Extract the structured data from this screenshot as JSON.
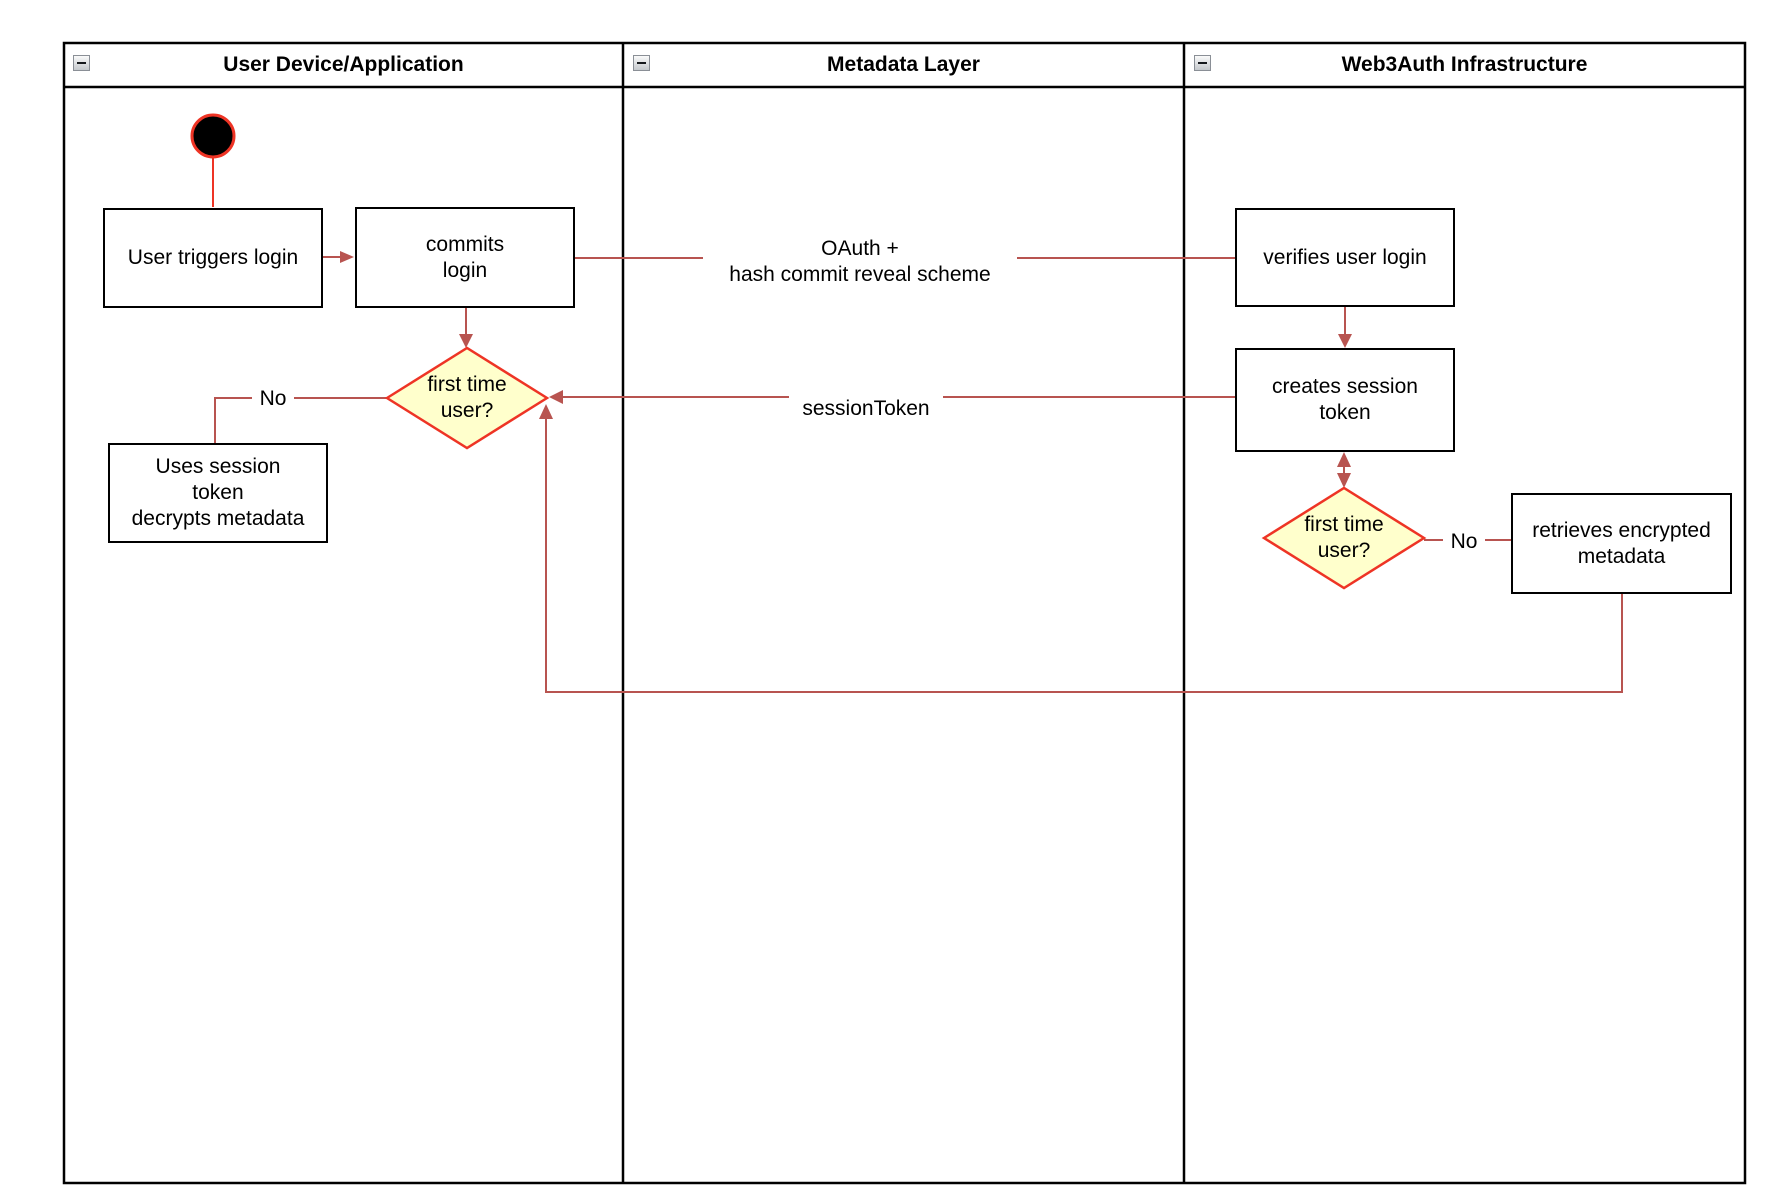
{
  "lanes": [
    {
      "title": "User Device/Application"
    },
    {
      "title": "Metadata Layer"
    },
    {
      "title": "Web3Auth Infrastructure"
    }
  ],
  "icons": {
    "collapse": "minus-square"
  },
  "nodes": {
    "user_triggers_login": "User triggers login",
    "commits_login": "commits\nlogin",
    "verifies_user_login": "verifies user login",
    "creates_session_token": "creates session\ntoken",
    "first_time_user_left": "first time\nuser?",
    "uses_session_token": "Uses session\ntoken\ndecrypts metadata",
    "first_time_user_right": "first time\nuser?",
    "retrieves_encrypted_metadata": "retrieves encrypted\nmetadata"
  },
  "edge_labels": {
    "oauth": "OAuth +\nhash commit reveal scheme",
    "session_token": "sessionToken",
    "no_left": "No",
    "no_right": "No"
  },
  "colors": {
    "connector": "#b85450",
    "decision_border": "#ee3425",
    "decision_fill": "#ffffcc",
    "start_fill": "#000000",
    "start_ring": "#ee3425",
    "box_border": "#000000",
    "box_fill": "#ffffff",
    "lane_border": "#000000",
    "text": "#000000"
  }
}
